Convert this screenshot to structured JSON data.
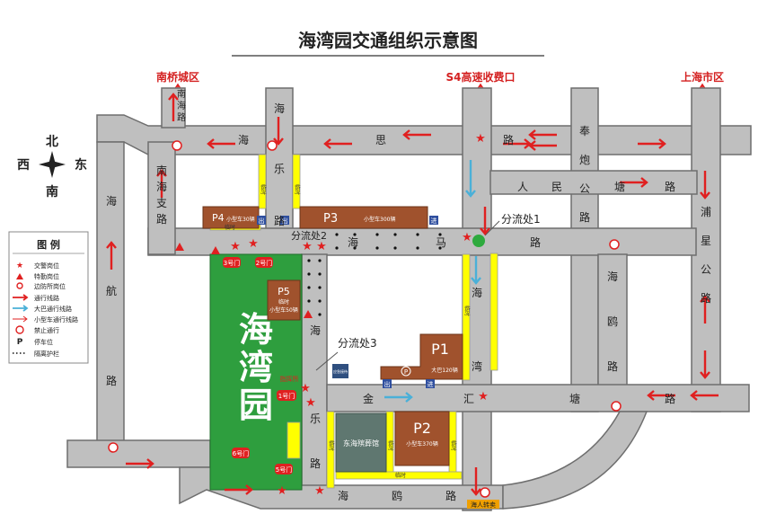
{
  "title": "海湾园交通组织示意图",
  "destinations": {
    "nanqiao": "南桥城区",
    "s4": "S4高速收费口",
    "shanghai": "上海市区"
  },
  "compass": {
    "north": "北",
    "south": "南",
    "east": "东",
    "west": "西"
  },
  "roads": {
    "haisi": [
      "海",
      "思",
      "路"
    ],
    "nanhailu": [
      "南",
      "海",
      "路"
    ],
    "haile_upper": [
      "海",
      "乐",
      "路"
    ],
    "haile_lower": [
      "海",
      "乐",
      "路"
    ],
    "haima": [
      "海",
      "马",
      "路"
    ],
    "nanhaizhi": [
      "南",
      "海",
      "支",
      "路"
    ],
    "haihang": [
      "海",
      "航",
      "路"
    ],
    "fengjiang": [
      "奉",
      "炮",
      "公",
      "路"
    ],
    "renmin": [
      "人",
      "民"
    ],
    "tang_upper": [
      "塘",
      "路"
    ],
    "puxing": [
      "浦",
      "星",
      "公",
      "路"
    ],
    "haipeng": [
      "海",
      "鸥",
      "路"
    ],
    "jinhui": [
      "金",
      "汇"
    ],
    "tang_lower": [
      "塘",
      "路"
    ],
    "haiou_bottom": [
      "海",
      "鸥",
      "路"
    ],
    "hai_east": [
      "海",
      "湾"
    ]
  },
  "lots": {
    "p1": {
      "name": "P1",
      "desc": "大巴120辆"
    },
    "p2": {
      "name": "P2",
      "desc": "小型车370辆"
    },
    "p3": {
      "name": "P3",
      "desc": "小型车300辆"
    },
    "p4": {
      "name": "P4",
      "desc": "小型车30辆"
    },
    "p5": {
      "name": "P5",
      "desc": "临时",
      "desc2": "小型车50辆"
    }
  },
  "diversions": {
    "d1": "分流处1",
    "d2": "分流处2",
    "d3": "分流处3"
  },
  "gates": {
    "g1": "1号门",
    "g2": "2号门",
    "g3": "3号门",
    "g5": "5号门",
    "g6": "6号门"
  },
  "park": {
    "chars": [
      "海",
      "湾",
      "园"
    ],
    "office": "指挥所"
  },
  "temp": "临时",
  "hall": "东海殡葬馆",
  "toll": "海人转卖",
  "entry": "进",
  "exit": "出",
  "center": "应急接待",
  "legend": {
    "title": "图 例",
    "items": [
      {
        "icon": "star",
        "label": "交警岗位"
      },
      {
        "icon": "triangle",
        "label": "特勤岗位"
      },
      {
        "icon": "circle",
        "label": "边防所岗位"
      },
      {
        "icon": "red-arrow",
        "label": "通行线路"
      },
      {
        "icon": "blue-arrow",
        "label": "大巴通行线路"
      },
      {
        "icon": "redline-arrow",
        "label": "小型车通行线路"
      },
      {
        "icon": "no-entry",
        "label": "禁止通行"
      },
      {
        "icon": "P",
        "label": "停车位"
      },
      {
        "icon": "dots",
        "label": "隔离护栏"
      }
    ]
  }
}
